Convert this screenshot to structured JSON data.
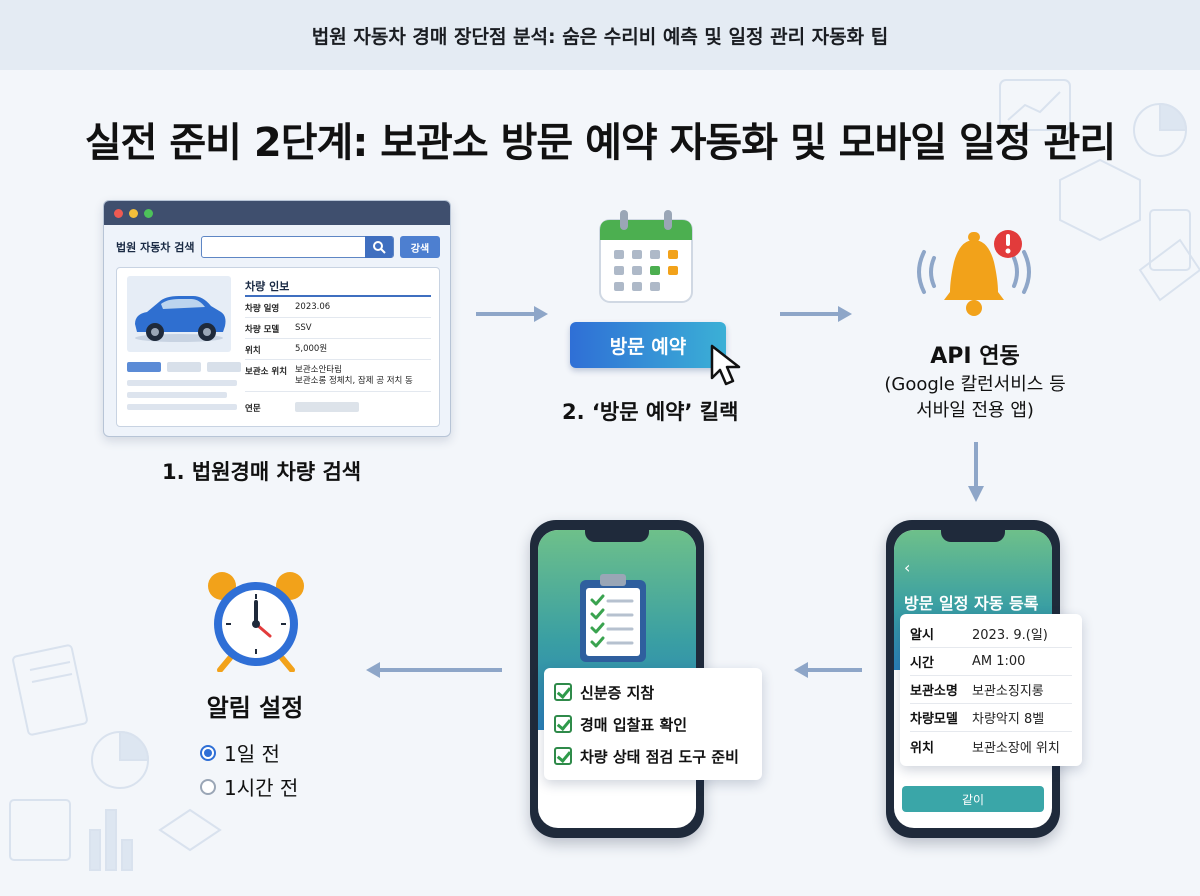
{
  "header": {
    "banner": "법원 자동차 경매 장단점 분석: 숨은 수리비 예측 및 일정 관리 자동화 팁"
  },
  "main_title": "실전 준비 2단계: 보관소 방문 예약 자동화 및 모바일 일정 관리",
  "step1": {
    "search_label": "법원 자동차 검색",
    "search_button": "강색",
    "info_title": "차량 인보",
    "rows": [
      {
        "k": "차량 일영",
        "v": "2023.06"
      },
      {
        "k": "차량 모델",
        "v": "SSV"
      },
      {
        "k": "위치",
        "v": "5,000원"
      },
      {
        "k": "보관소 위치",
        "v": "보관소안타림\n보관소롱 정체치, 잠제 공 저치 동"
      },
      {
        "k": "연문",
        "v": ""
      }
    ],
    "caption": "1. 법원경매 차량 검색"
  },
  "step2": {
    "button": "방문 예약",
    "caption": "2. ‘방문 예약’ 킬랙"
  },
  "api": {
    "title": "API 연동",
    "subtitle_line1": "(Google 칼런서비스 등",
    "subtitle_line2": "서바일 전용 앱)"
  },
  "schedule_phone": {
    "back": "‹",
    "heading": "방문 일정 자동 등록",
    "rows": [
      {
        "k": "알시",
        "v": "2023. 9.(일)"
      },
      {
        "k": "시간",
        "v": "AM 1:00"
      },
      {
        "k": "보관소명",
        "v": "보관소징지롱"
      },
      {
        "k": "차량모델",
        "v": "차량악지 8벨"
      },
      {
        "k": "위치",
        "v": "보관소장에 위치"
      }
    ],
    "confirm": "같이"
  },
  "checklist_phone": {
    "items": [
      "신분증 지참",
      "경매 입찰표 확인",
      "차량 상태 점검 도구 준비"
    ]
  },
  "alarm": {
    "title": "알림 설정",
    "options": [
      {
        "label": "1일 전",
        "selected": true
      },
      {
        "label": "1시간 전",
        "selected": false
      }
    ]
  },
  "colors": {
    "accent_blue": "#2f6fd6",
    "teal": "#3aa6a8",
    "bell_orange": "#f2a21a",
    "alert_red": "#e23b3b",
    "phone_frame": "#1f2a3b"
  }
}
